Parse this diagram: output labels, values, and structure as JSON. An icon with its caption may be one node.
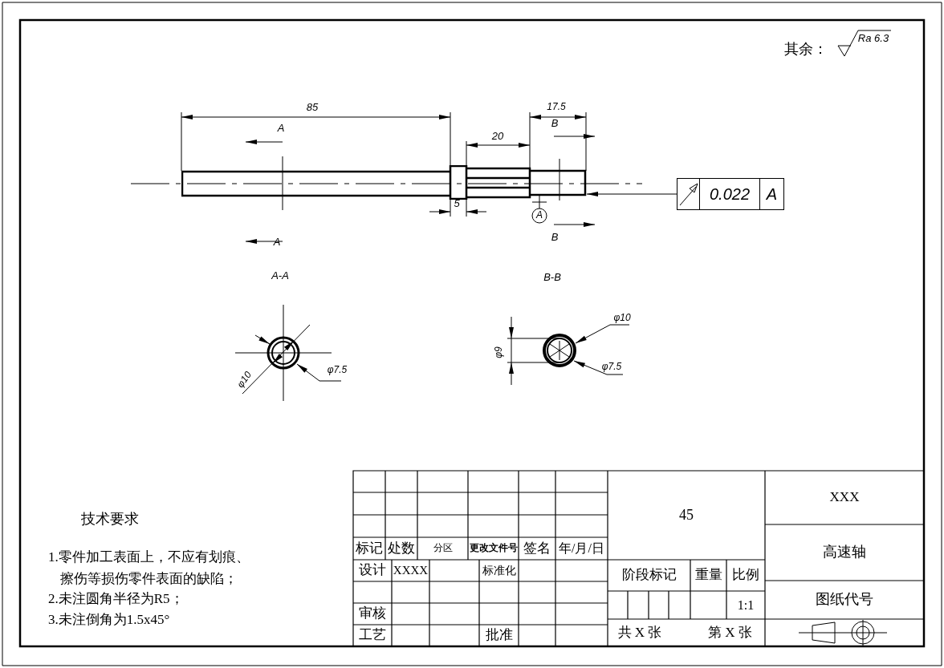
{
  "diagram": {
    "nodes": [
      {
        "text": [],
        "shape": "picture"
      },
      {
        "text": [
          "0.022",
          "A"
        ]
      }
    ],
    "edges": [
      {
        "from": 1,
        "to": 0,
        "arrow": "to"
      }
    ],
    "labels": [
      "其余：",
      "Ra 6.3",
      "85",
      "17.5",
      "B",
      "A",
      "20",
      "5",
      "A",
      "A",
      "B",
      "A-A",
      "B-B",
      "φ10",
      "φ9",
      "φ7.5",
      "φ10",
      "φ7.5",
      "技术要求",
      "1.零件加工表面上，不应有划痕、擦伤等损伤零件表面的缺陷；",
      "2.未注圆角半径为R5；",
      "3.未注倒角为1.5x45°",
      "45",
      "XXX",
      "标记",
      "处数",
      "分区",
      "更改文件号",
      "签名",
      "年/月/日",
      "高速轴",
      "设计",
      "XXXX",
      "标准化",
      "阶段标记",
      "重量",
      "比例",
      "1:1",
      "图纸代号",
      "审核",
      "工艺",
      "批准",
      "共 X 张",
      "第 X 张"
    ]
  }
}
